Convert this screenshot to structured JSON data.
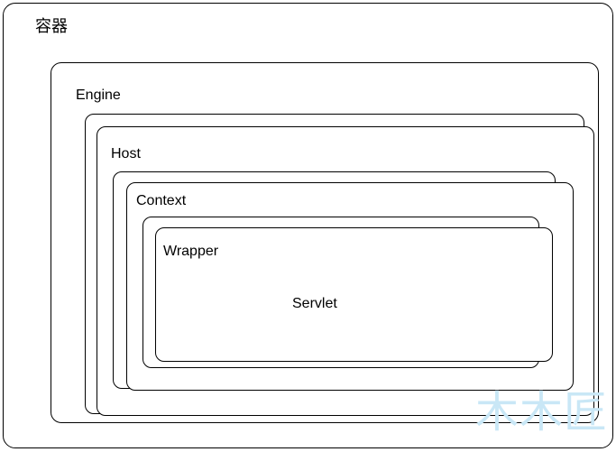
{
  "diagram": {
    "container": {
      "label": "容器"
    },
    "engine": {
      "label": "Engine"
    },
    "host": {
      "label": "Host"
    },
    "context": {
      "label": "Context"
    },
    "wrapper": {
      "label": "Wrapper"
    },
    "servlet": {
      "label": "Servlet"
    },
    "watermark": {
      "text": "木木匠",
      "color": "#c9e7f6"
    },
    "colors": {
      "border": "#000000",
      "background": "#ffffff"
    }
  }
}
